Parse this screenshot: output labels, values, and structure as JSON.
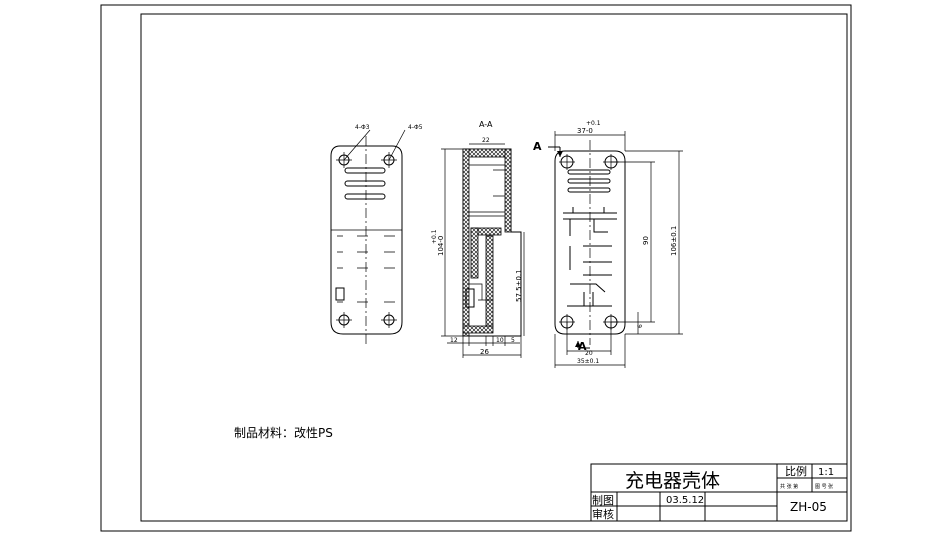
{
  "material_note": "制品材料：改性PS",
  "section_label": "A-A",
  "section_marker": "A",
  "dimensions": {
    "front_hole_a": "4-Φ3",
    "front_hole_b": "4-Φ5",
    "section_top_width": "22",
    "section_height": "104-0",
    "section_height_tol": "+0.1",
    "section_mid": "57.5±0.1",
    "section_bottom_a": "12",
    "section_bottom_b": "10",
    "section_bottom_c": "5",
    "section_bottom_total": "26",
    "back_top_width": "37-0",
    "back_top_tol": "+0.1",
    "back_inner_height": "90",
    "back_total_height": "106±0.1",
    "back_bottom_small": "6",
    "back_bottom_inner": "20",
    "back_bottom_width": "35±0.1"
  },
  "title_block": {
    "part_name": "充电器壳体",
    "scale_label": "比例",
    "scale_value": "1:1",
    "sub_label_1": "共 张 第",
    "sub_label_2": "图 号 张",
    "drawn_label": "制图",
    "checked_label": "审核",
    "date": "03.5.12",
    "drawing_no": "ZH-05"
  }
}
